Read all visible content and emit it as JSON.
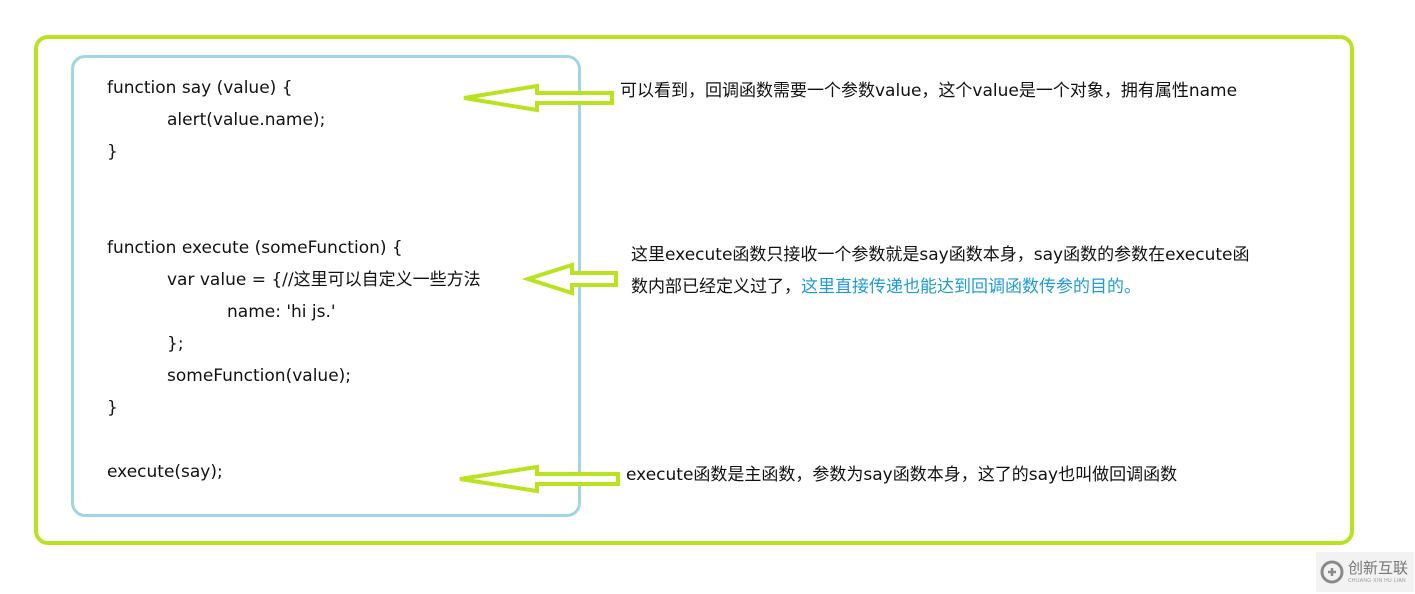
{
  "code": {
    "lines": [
      "function say (value) {",
      "alert(value.name);",
      "}",
      "function execute (someFunction) {",
      "var value = {//这里可以自定义一些方法",
      "name: 'hi js.'",
      "};",
      "someFunction(value);",
      "}",
      "execute(say);"
    ]
  },
  "notes": {
    "note1": "可以看到，回调函数需要一个参数value，这个value是一个对象，拥有属性name",
    "note2_line1": "这里execute函数只接收一个参数就是say函数本身，say函数的参数在execute函",
    "note2_line2_plain": "数内部已经定义过了，",
    "note2_line2_highlight": "这里直接传递也能达到回调函数传参的目的。",
    "note3": "execute函数是主函数，参数为say函数本身，这了的say也叫做回调函数"
  },
  "watermark": {
    "name": "创新互联",
    "sub": "CHUANG XIN HU LIAN"
  },
  "colors": {
    "outer_frame": "#b9e21f",
    "code_frame": "#9fd5e6",
    "arrow": "#b9e21f",
    "highlight_text": "#1e9bd8"
  }
}
